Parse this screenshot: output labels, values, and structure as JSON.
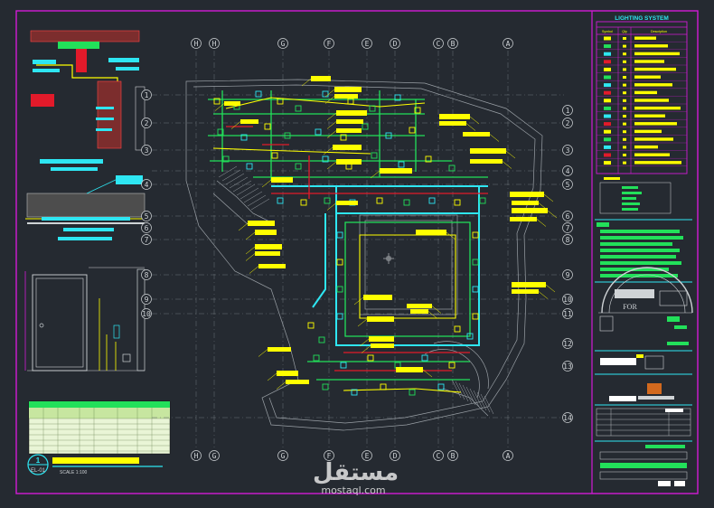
{
  "legend": {
    "title": "LIGHTING SYSTEM",
    "columns": [
      "Symbol",
      "Qty",
      "Description"
    ]
  },
  "grid": {
    "top_labels": [
      "H",
      "H",
      "G",
      "F",
      "E",
      "D",
      "C",
      "B",
      "A"
    ],
    "bottom_labels": [
      "H",
      "G",
      "G",
      "F",
      "E",
      "D",
      "C",
      "B",
      "A"
    ],
    "right_labels": [
      "1",
      "2",
      "3",
      "4",
      "5",
      "6",
      "7",
      "8",
      "9",
      "10",
      "11",
      "12",
      "13",
      "14"
    ]
  },
  "title_block": {
    "for_label": "FOR"
  },
  "drawing": {
    "sheet_no": "EL-01",
    "detail_no": "1",
    "scale_note": "SCALE 1:100"
  },
  "watermark": {
    "arabic": "مستقل",
    "latin": "mostaql.com"
  },
  "colors": {
    "background": "#252a31",
    "frame": "#d21bd6",
    "highlight": "#ffff00",
    "cyan": "#2ee6f2",
    "green": "#22e05a",
    "red": "#e21a2a"
  }
}
